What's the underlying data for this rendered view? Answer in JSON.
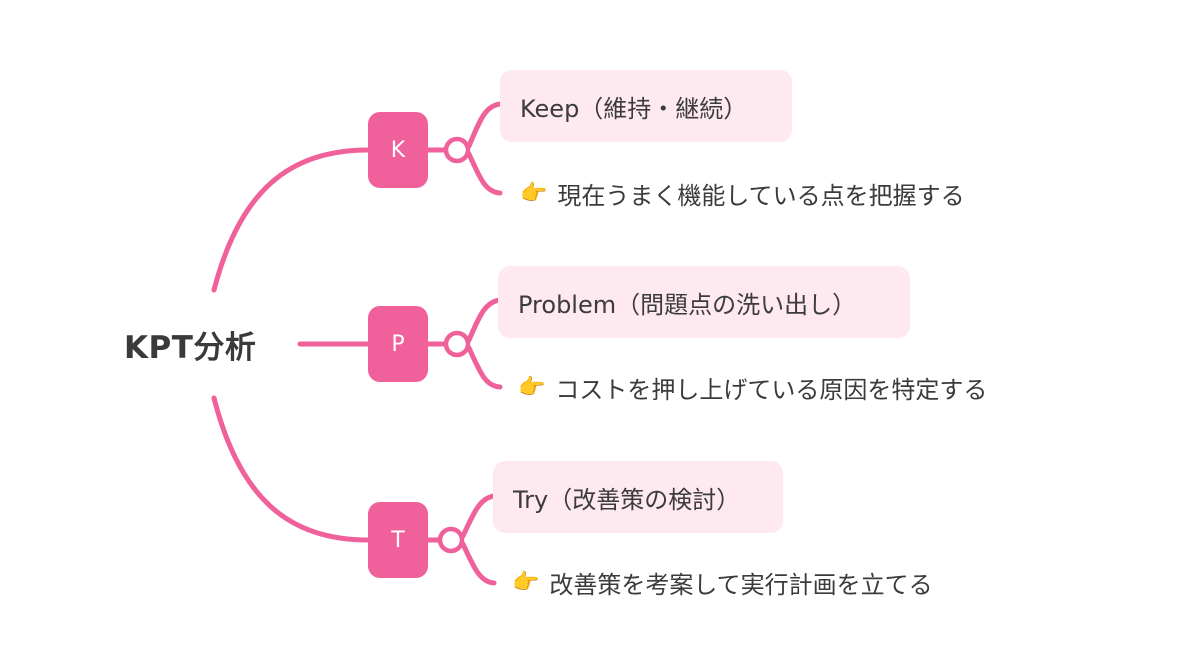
{
  "diagram": {
    "root": {
      "label": "KPT分析"
    },
    "branches": [
      {
        "letter": "K",
        "title": "Keep（維持・継続）",
        "description": "現在うまく機能している点を把握する",
        "pointer_icon": "👉"
      },
      {
        "letter": "P",
        "title": "Problem（問題点の洗い出し）",
        "description": "コストを押し上げている原因を特定する",
        "pointer_icon": "👉"
      },
      {
        "letter": "T",
        "title": "Try（改善策の検討）",
        "description": "改善策を考案して実行計画を立てる",
        "pointer_icon": "👉"
      }
    ],
    "colors": {
      "accent": "#f0609a",
      "title_background": "#fde9ef",
      "text": "#3b3b3b"
    }
  }
}
